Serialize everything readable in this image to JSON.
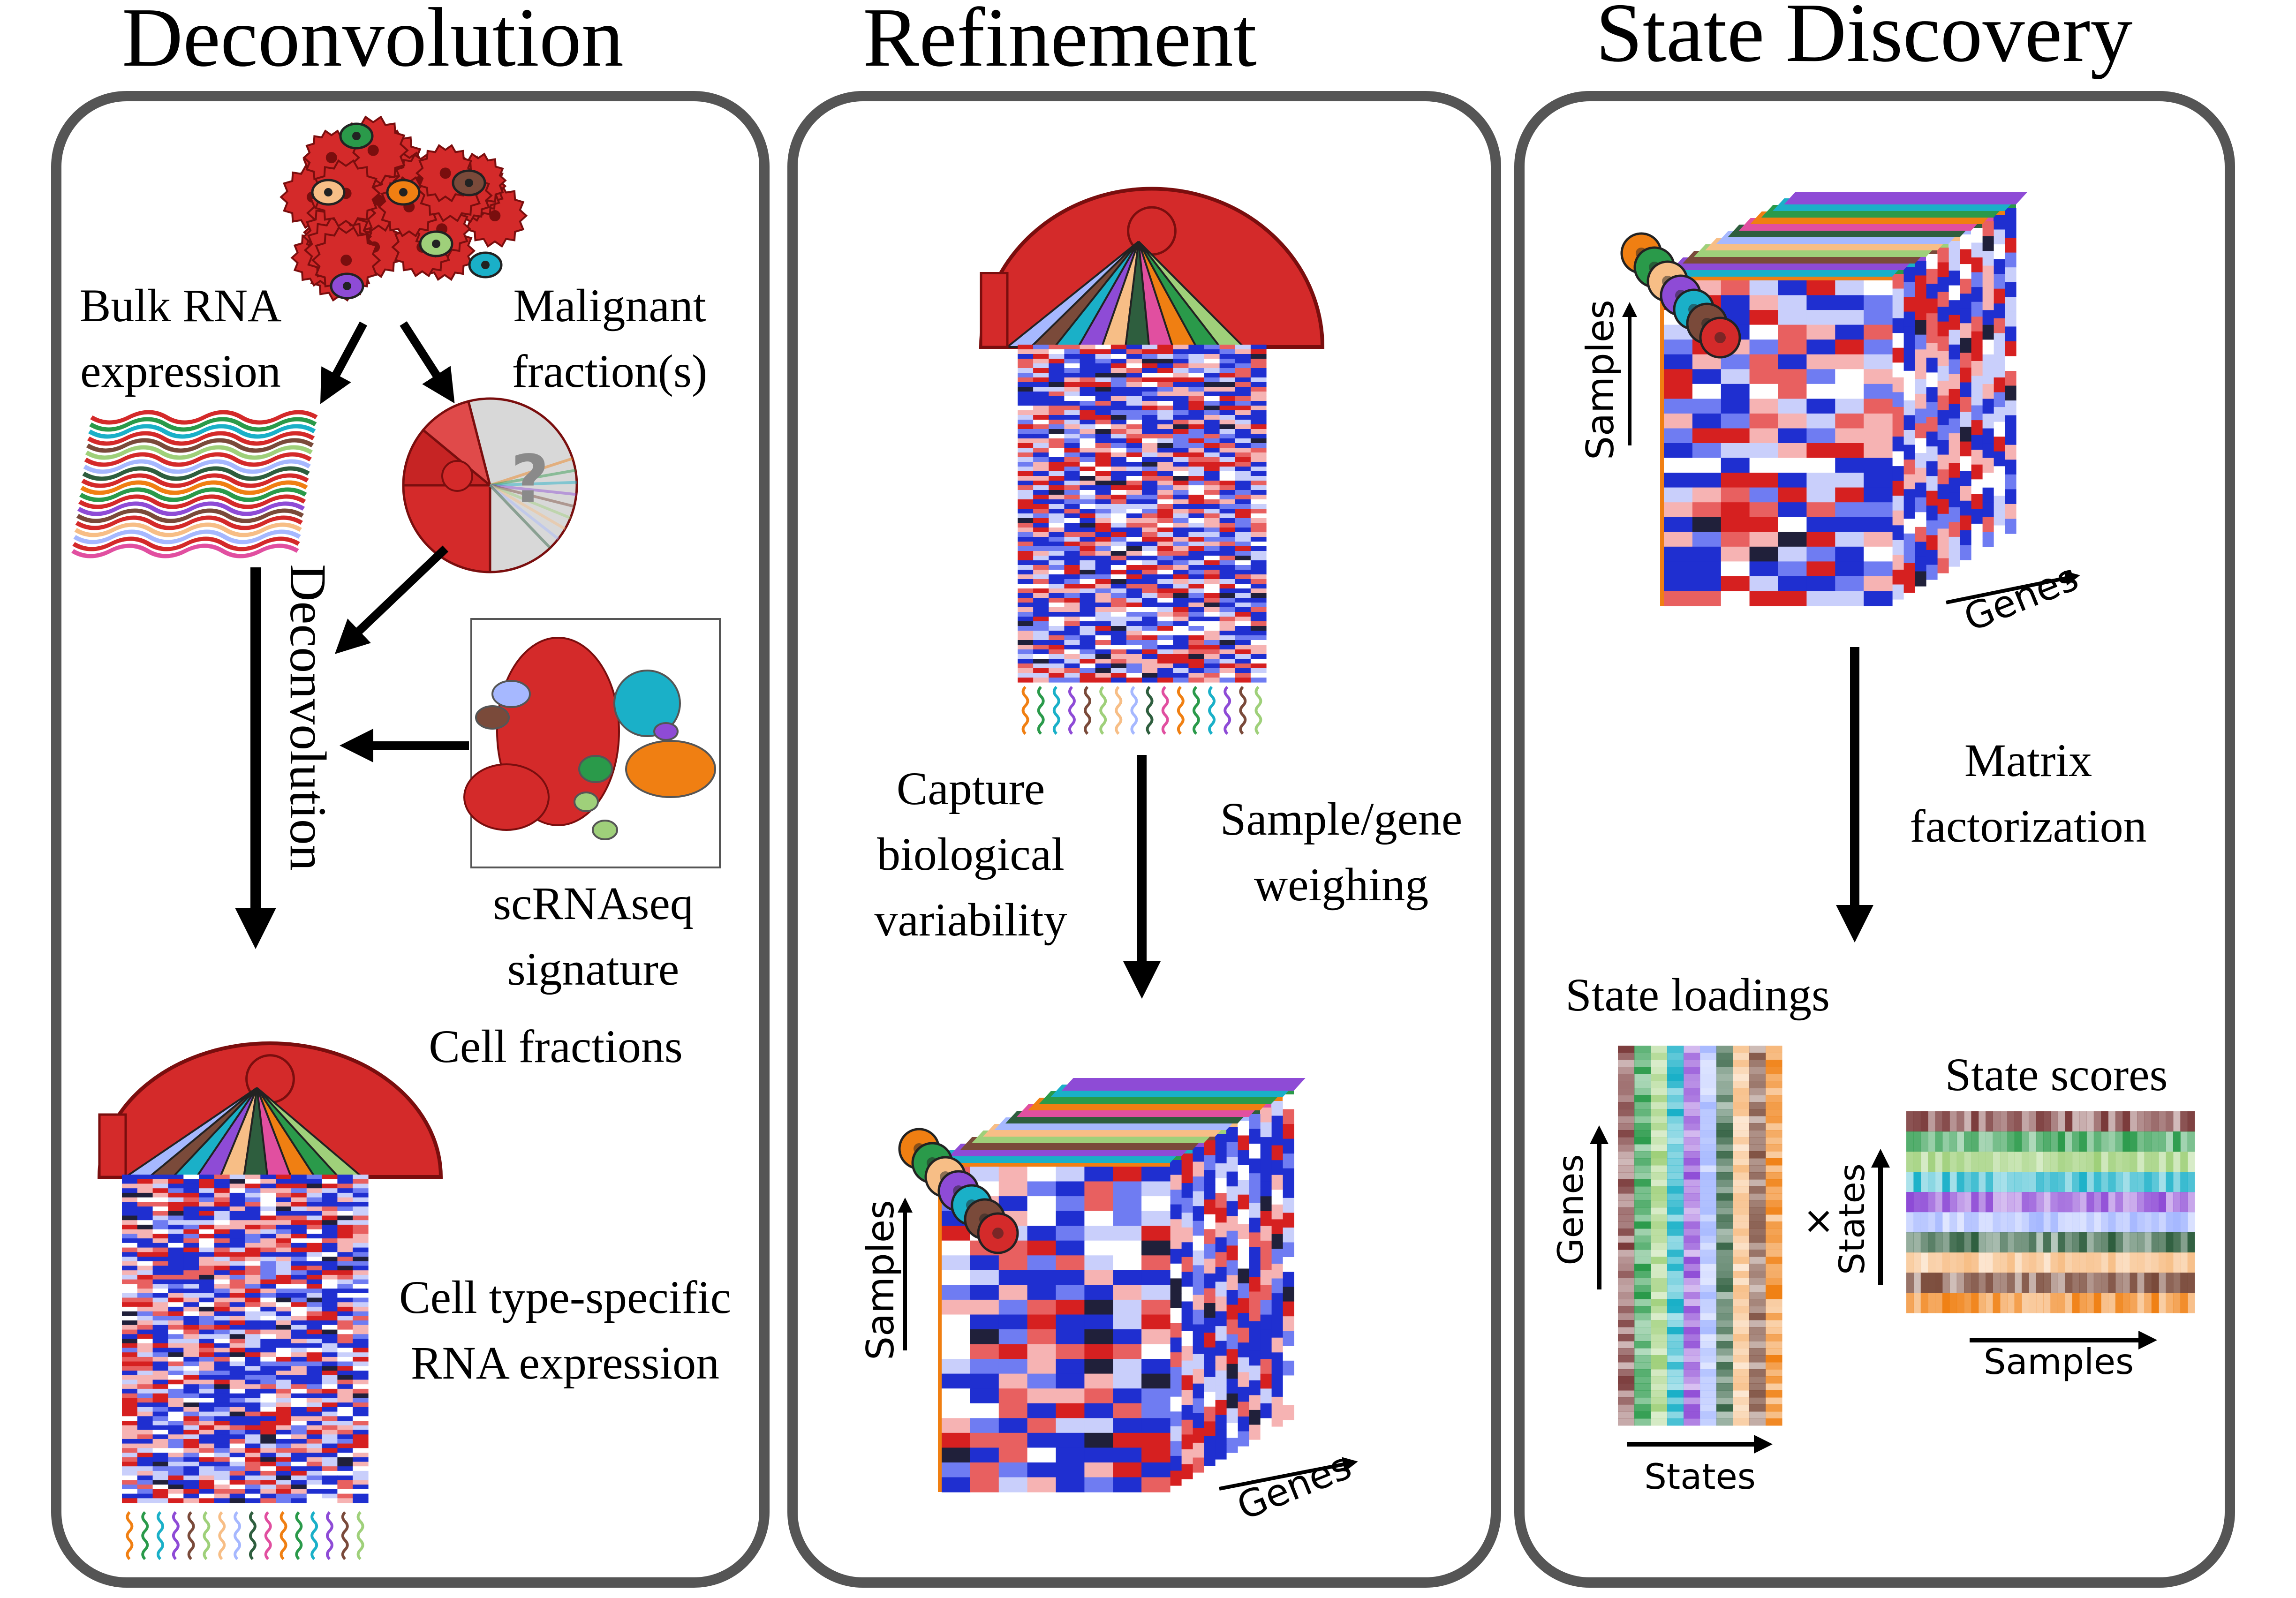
{
  "panels": {
    "deconvolution": {
      "title": "Deconvolution",
      "bulk_label_1": "Bulk RNA",
      "bulk_label_2": "expression",
      "malignant_label_1": "Malignant",
      "malignant_label_2": "fraction(s)",
      "unknown_mark": "?",
      "vertical_label": "Deconvolution",
      "signature_label_1": "scRNAseq",
      "signature_label_2": "signature",
      "fractions_label": "Cell fractions",
      "expression_label_1": "Cell type-specific",
      "expression_label_2": "RNA expression"
    },
    "refinement": {
      "title": "Refinement",
      "capture_label_1": "Capture",
      "capture_label_2": "biological",
      "capture_label_3": "variability",
      "weigh_label_1": "Sample/gene",
      "weigh_label_2": "weighing",
      "cube_samples_label": "Samples",
      "cube_genes_label": "Genes"
    },
    "state_discovery": {
      "title": "State Discovery",
      "cube_samples_label": "Samples",
      "cube_genes_label": "Genes",
      "factor_label_1": "Matrix",
      "factor_label_2": "factorization",
      "loadings_title": "State loadings",
      "loadings_y_label": "Genes",
      "loadings_x_label": "States",
      "times_symbol": "×",
      "scores_title": "State scores",
      "scores_y_label": "States",
      "scores_x_label": "Samples"
    }
  },
  "colors": {
    "panel_border": "#555555",
    "malignant": "#d42a2a",
    "malignant_dark": "#7a0e0e",
    "heatmap_high": "#d62020",
    "heatmap_low": "#1f2fd0",
    "heatmap_mid": "#ffffff",
    "cell_types": [
      "#f07f12",
      "#2a9a4a",
      "#1ab0c8",
      "#8e4bd6",
      "#7a4a3a",
      "#9fd07a",
      "#f7be86",
      "#a6b8ff",
      "#2e5e3e",
      "#e14fa0"
    ]
  }
}
